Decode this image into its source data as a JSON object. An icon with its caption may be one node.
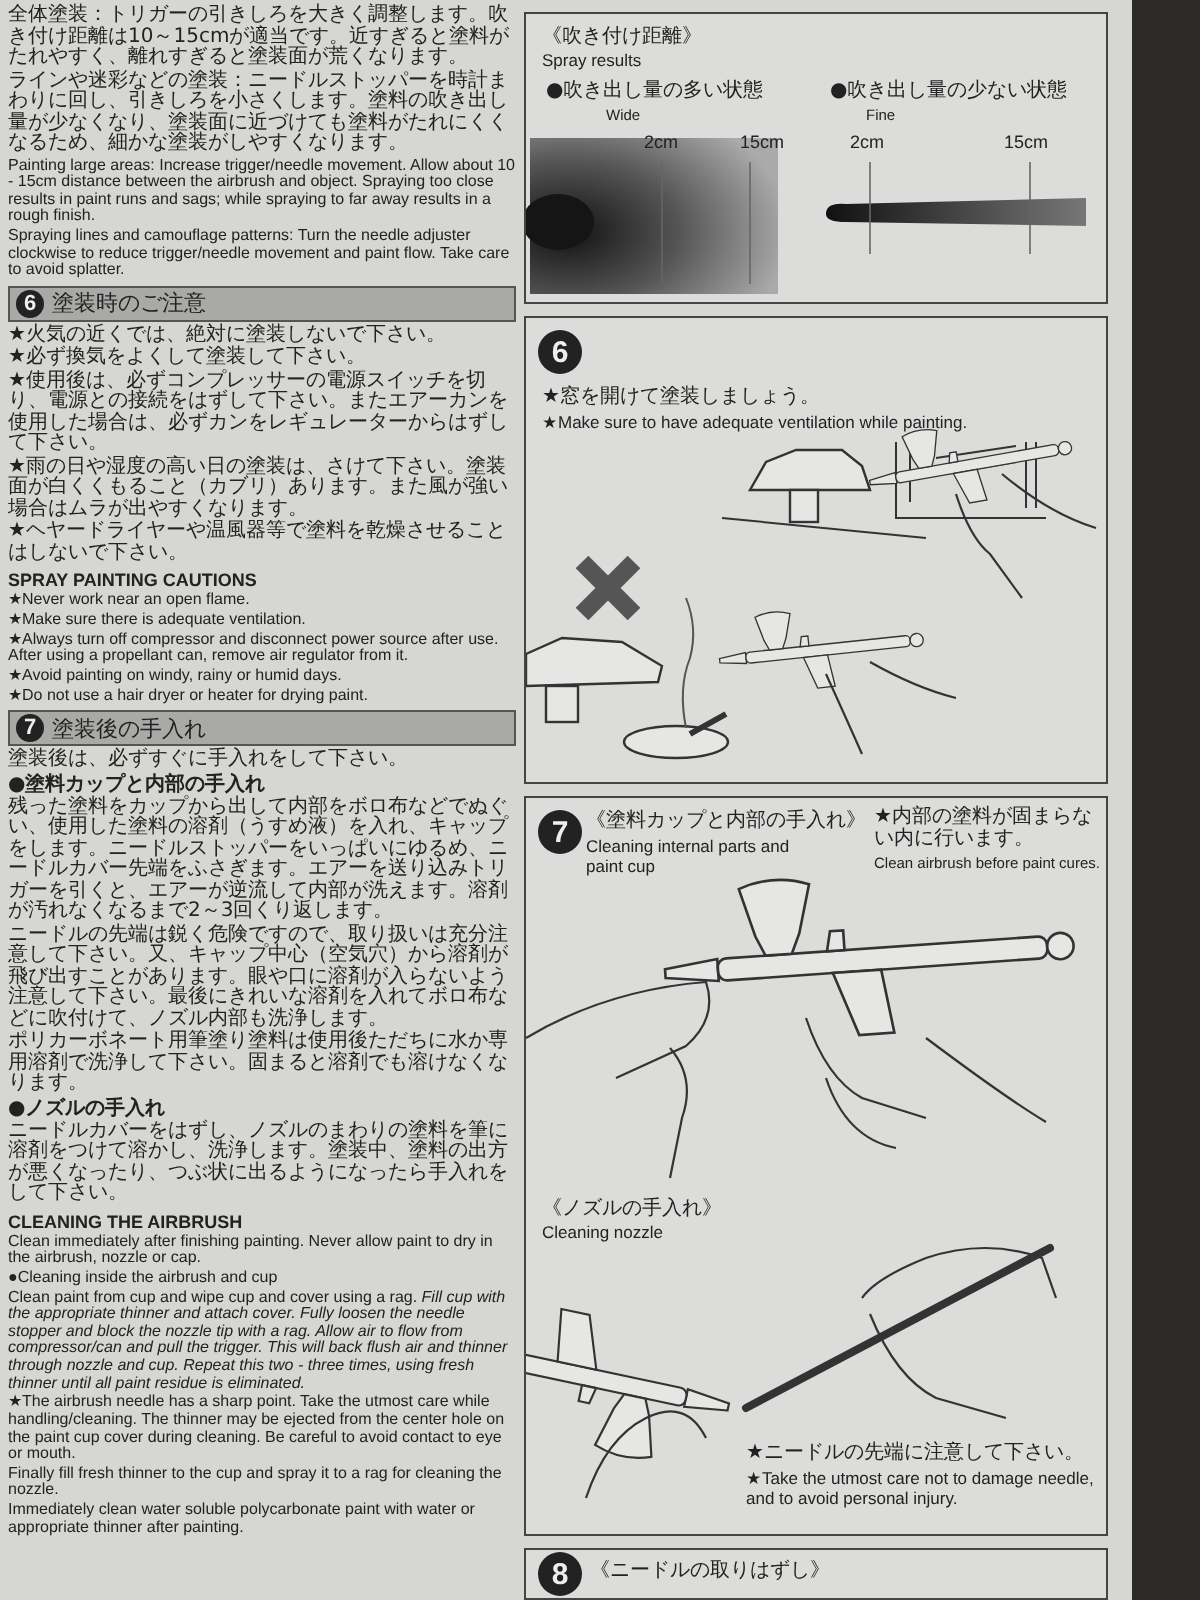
{
  "diagram": {
    "nodes": [
      {
        "text": [
          "《吹き付け距離》",
          "Spray results",
          "●吹き出し量の多い状態",
          "Wide",
          "●吹き出し量の少ない状態",
          "Fine"
        ]
      },
      {
        "text": [
          "6",
          "塗装時のご注意"
        ]
      },
      {
        "text": [
          "6",
          "★窓を開けて塗装しましょう。",
          "★Make sure to have adequate ventilation while painting."
        ]
      },
      {
        "text": [
          "7",
          "塗装後の手入れ"
        ]
      },
      {
        "text": [
          "7",
          "《塗料カップと内部の手入れ》",
          "Cleaning internal parts and paint cup",
          "★内部の塗料が固まらない内に行います。",
          "Clean airbrush before paint cures.",
          "《ノズルの手入れ》",
          "Cleaning nozzle",
          "★ニードルの先端に注意して下さい。",
          "★Take the utmost care not to damage needle, and to avoid personal injury."
        ]
      },
      {
        "text": [
          "8",
          "《ニードルの取りはずし》"
        ]
      }
    ],
    "labels": [
      "全体塗装：トリガーの引きしろを大きく調整します。吹き付け距離は10～15cmが適当です。近すぎると塗料がたれやすく、離れすぎると塗装面が荒くなります。",
      "ラインや迷彩などの塗装：ニードルストッパーを時計まわりに回し、引きしろを小さくします。塗料の吹き出し量が少なくなり、塗装面に近づけても塗料がたれにくくなるため、細かな塗装がしやすくなります。",
      "Painting large areas: Increase trigger/needle movement. Allow about 10 - 15cm distance between the airbrush and object. Spraying too close results in paint runs and sags; while spraying to far away results in a rough finish.",
      "Spraying lines and camouflage patterns: Turn the needle adjuster clockwise to reduce trigger/needle movement and paint flow. Take care to avoid splatter.",
      "★火気の近くでは、絶対に塗装しないで下さい。",
      "★必ず換気をよくして塗装して下さい。",
      "★使用後は、必ずコンプレッサーの電源スイッチを切り、電源との接続をはずして下さい。またエアーカンを使用した場合は、必ずカンをレギュレーターからはずして下さい。",
      "★雨の日や湿度の高い日の塗装は、さけて下さい。塗装面が白くくもること（カブリ）あります。また風が強い場合はムラが出やすくなります。",
      "★ヘヤードライヤーや温風器等で塗料を乾燥させることはしないで下さい。",
      "SPRAY PAINTING CAUTIONS",
      "★Never work near an open flame.",
      "★Make sure there is adequate ventilation.",
      "★Always turn off compressor and disconnect power source after use. After using a propellant can, remove air regulator from it.",
      "★Avoid painting on windy, rainy or humid days.",
      "★Do not use a hair dryer or heater for drying paint.",
      "塗装後は、必ずすぐに手入れをして下さい。",
      "●塗料カップと内部の手入れ",
      "残った塗料をカップから出して内部をボロ布などでぬぐい、使用した塗料の溶剤（うすめ液）を入れ、キャップをします。ニードルストッパーをいっぱいにゆるめ、ニードルカバー先端をふさぎます。エアーを送り込みトリガーを引くと、エアーが逆流して内部が洗えます。溶剤が汚れなくなるまで2～3回くり返します。",
      "ニードルの先端は鋭く危険ですので、取り扱いは充分注意して下さい。又、キャップ中心（空気穴）から溶剤が飛び出すことがあります。眼や口に溶剤が入らないよう注意して下さい。最後にきれいな溶剤を入れてボロ布などに吹付けて、ノズル内部も洗浄します。",
      "ポリカーボネート用筆塗り塗料は使用後ただちに水か専用溶剤で洗浄して下さい。固まると溶剤でも溶けなくなります。",
      "●ノズルの手入れ",
      "ニードルカバーをはずし、ノズルのまわりの塗料を筆に溶剤をつけて溶かし、洗浄します。塗装中、塗料の出方が悪くなったり、つぶ状に出るようになったら手入れをして下さい。",
      "CLEANING THE AIRBRUSH",
      "Clean immediately after finishing painting. Never allow paint to dry in the airbrush, nozzle or cap.",
      "●Cleaning inside the airbrush and cup",
      "Clean paint from cup and wipe cup and cover using a rag. *Fill cup with the appropriate thinner and attach cover. Fully loosen the needle stopper and block the nozzle tip with a rag. Allow air to flow from compressor/can and pull the trigger. This will back flush air and thinner through nozzle and cup. Repeat this two - three times, using fresh thinner until all paint residue is eliminated.*",
      "★The airbrush needle has a sharp point. Take the utmost care while handling/cleaning. The thinner may be ejected from the center hole on the paint cup cover during cleaning. Be careful to avoid contact to eye or mouth.",
      "Finally fill fresh thinner to the cup and spray it to a rag for cleaning the nozzle.",
      "Immediately clean water soluble polycarbonate paint with water or appropriate thinner after painting.",
      "2cm",
      "15cm",
      "2cm",
      "15cm"
    ]
  }
}
